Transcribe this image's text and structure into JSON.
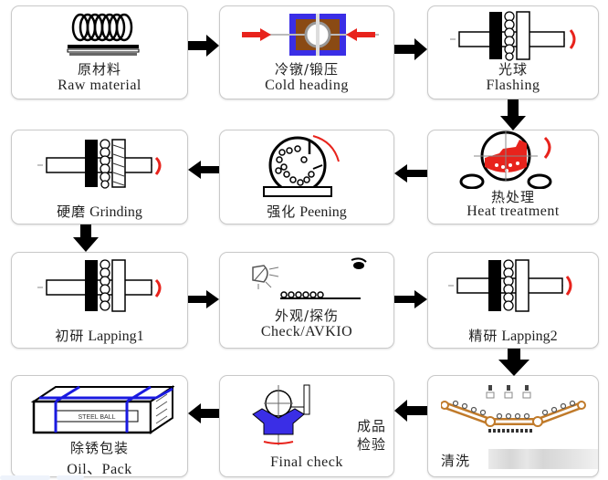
{
  "steps": [
    {
      "zh": "原材料",
      "en": "Raw material",
      "icon": "coil-icon"
    },
    {
      "zh": "冷镦/锻压",
      "en": "Cold heading",
      "icon": "heading-die-icon"
    },
    {
      "zh": "光球",
      "en": "Flashing",
      "icon": "plate-balls-icon"
    },
    {
      "zh": "热处理",
      "en": "Heat treatment",
      "icon": "furnace-icon"
    },
    {
      "zh": "强化",
      "en": "Peening",
      "icon": "drum-icon"
    },
    {
      "zh": "硬磨",
      "en": "Grinding",
      "icon": "grinding-plate-icon"
    },
    {
      "zh": "初研",
      "en": "Lapping1",
      "icon": "plate-balls-icon"
    },
    {
      "zh": "外观/探伤",
      "en": "Check/AVKIO",
      "icon": "inspection-icon"
    },
    {
      "zh": "精研",
      "en": "Lapping2",
      "icon": "plate-balls-icon"
    },
    {
      "zh": "清洗",
      "en": "",
      "icon": "conveyor-wash-icon"
    },
    {
      "zh": "成品检验",
      "zh_line1": "成品",
      "zh_line2": "检验",
      "en": "Final check",
      "icon": "gauge-icon"
    },
    {
      "zh": "除锈包装",
      "en": "Oil、Pack",
      "icon": "box-icon"
    }
  ],
  "box_label": "STEEL BALL",
  "colors": {
    "accent_red": "#e8231c",
    "die_blue": "#3a2ee6",
    "die_brown": "#8a4a14",
    "conveyor": "#c07a2a",
    "arrow": "#000000"
  }
}
